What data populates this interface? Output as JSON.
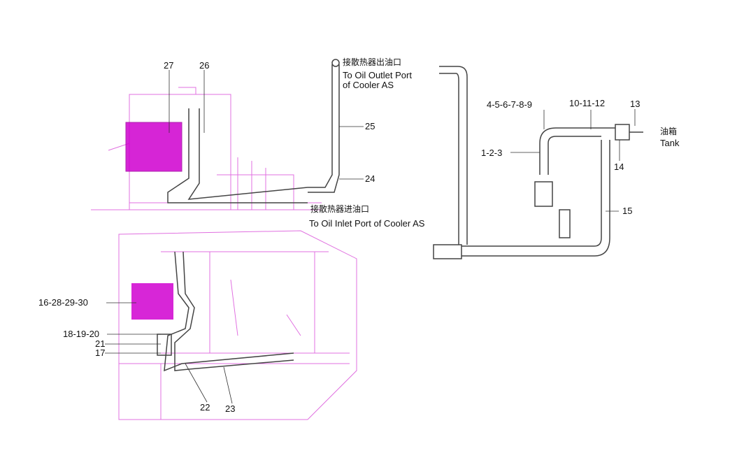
{
  "top_view": {
    "callouts": [
      "27",
      "26",
      "25",
      "24"
    ],
    "outlet_note_cn": "接散热器出油口",
    "outlet_note_en_1": "To Oil Outlet Port",
    "outlet_note_en_2": "of Cooler AS",
    "inlet_note_cn": "接散热器进油口",
    "inlet_note_en": "To Oil Inlet Port of Cooler AS"
  },
  "bottom_view": {
    "callouts": [
      "16-28-29-30",
      "18-19-20",
      "21",
      "17",
      "22",
      "23"
    ]
  },
  "pipe_detail": {
    "callouts": [
      "4-5-6-7-8-9",
      "10-11-12",
      "13",
      "1-2-3",
      "14",
      "15"
    ],
    "tank_cn": "油箱",
    "tank_en": "Tank"
  },
  "colors": {
    "frame": "#e040e0",
    "pipe": "#555555",
    "valve": "#d000d0"
  }
}
